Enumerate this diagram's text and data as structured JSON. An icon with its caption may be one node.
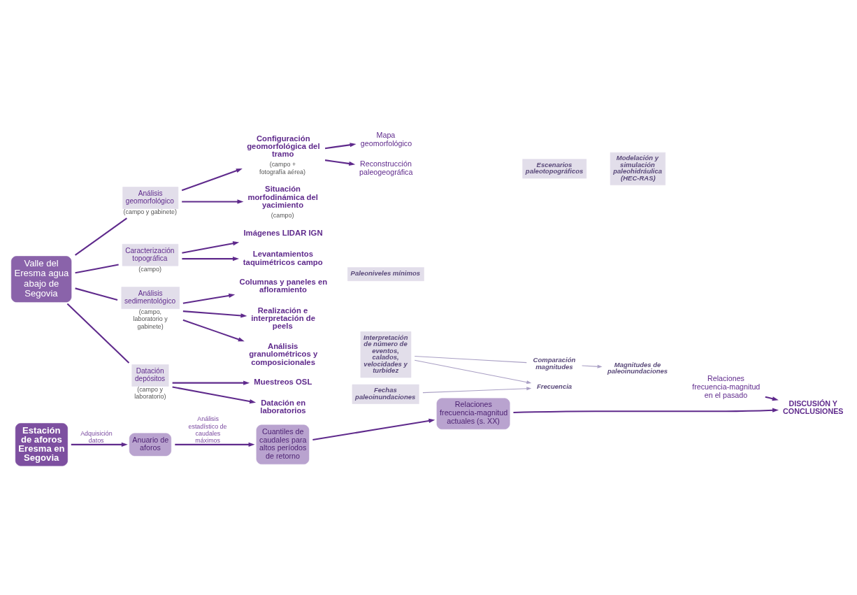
{
  "diagram": {
    "nodes": [
      {
        "text": [
          "Valle del Eresma agua abajo de Segovia"
        ]
      },
      {
        "text": [
          "Análisis geomorfológico"
        ],
        "beside": [
          "(campo y gabinete)"
        ]
      },
      {
        "text": [
          "Configuración geomorfológica del tramo"
        ],
        "beside": [
          "(campo + fotografía aérea)"
        ]
      },
      {
        "text": [
          "Situación morfodinámica del yacimiento"
        ],
        "beside": [
          "(campo)"
        ]
      },
      {
        "text": [
          "Mapa geomorfológico"
        ]
      },
      {
        "text": [
          "Reconstrucción paleogeográfica"
        ]
      },
      {
        "text": [
          "Caracterización topográfica"
        ],
        "beside": [
          "(campo)"
        ]
      },
      {
        "text": [
          "Imágenes LIDAR IGN"
        ]
      },
      {
        "text": [
          "Levantamientos taquimétricos campo"
        ]
      },
      {
        "text": [
          "Análisis sedimentológico"
        ],
        "beside": [
          "(campo, laboratorio y gabinete)"
        ]
      },
      {
        "text": [
          "Columnas y paneles en afloramiento"
        ]
      },
      {
        "text": [
          "Realización e interpretación de peels"
        ]
      },
      {
        "text": [
          "Análisis granulométricos y composicionales"
        ]
      },
      {
        "text": [
          "Datación depósitos"
        ],
        "beside": [
          "(campo y laboratorio)"
        ]
      },
      {
        "text": [
          "Muestreos OSL"
        ]
      },
      {
        "text": [
          "Datación en laboratorios"
        ]
      },
      {
        "text": [
          "Paleoniveles mínimos"
        ]
      },
      {
        "text": [
          "Interpretación de número de eventos, calados, velocidades y turbidez"
        ]
      },
      {
        "text": [
          "Fechas paleoinundaciones"
        ]
      },
      {
        "text": [
          "Escenarios paleotopográficos"
        ]
      },
      {
        "text": [
          "Modelación y simulación paleohidráulica (HEC-RAS)"
        ]
      },
      {
        "text": [
          "Comparación magnitudes"
        ]
      },
      {
        "text": [
          "Magnitudes de paleoinundaciones"
        ]
      },
      {
        "text": [
          "Frecuencia"
        ]
      },
      {
        "text": [
          "Relaciones frecuencia-magnitud en el pasado"
        ]
      },
      {
        "text": [
          "DISCUSIÓN Y CONCLUSIONES"
        ]
      },
      {
        "text": [
          "Estación de aforos Eresma en Segovia"
        ]
      },
      {
        "text": [
          "Anuario de aforos"
        ]
      },
      {
        "text": [
          "Cuantiles de caudales para altos períodos de retorno"
        ]
      },
      {
        "text": [
          "Relaciones frecuencia-magnitud actuales (s. XX)"
        ]
      }
    ],
    "edges": [
      {
        "from": 0,
        "to": 1,
        "arrow": "none"
      },
      {
        "from": 1,
        "to": 2,
        "arrow": "to"
      },
      {
        "from": 1,
        "to": 3,
        "arrow": "to"
      },
      {
        "from": 2,
        "to": 4,
        "arrow": "to"
      },
      {
        "from": 2,
        "to": 5,
        "arrow": "to"
      },
      {
        "from": 0,
        "to": 6,
        "arrow": "none"
      },
      {
        "from": 6,
        "to": 7,
        "arrow": "to"
      },
      {
        "from": 6,
        "to": 8,
        "arrow": "to"
      },
      {
        "from": 0,
        "to": 9,
        "arrow": "none"
      },
      {
        "from": 9,
        "to": 10,
        "arrow": "to"
      },
      {
        "from": 9,
        "to": 11,
        "arrow": "to"
      },
      {
        "from": 9,
        "to": 12,
        "arrow": "to"
      },
      {
        "from": 0,
        "to": 13,
        "arrow": "none"
      },
      {
        "from": 13,
        "to": 14,
        "arrow": "to"
      },
      {
        "from": 13,
        "to": 15,
        "arrow": "to"
      },
      {
        "from": 17,
        "to": 21,
        "arrow": "none",
        "color": "#a99fc4"
      },
      {
        "from": 21,
        "to": 22,
        "arrow": "to",
        "color": "#a99fc4"
      },
      {
        "from": 17,
        "to": 23,
        "arrow": "to",
        "color": "#a99fc4"
      },
      {
        "from": 18,
        "to": 23,
        "arrow": "to",
        "color": "#a99fc4"
      },
      {
        "from": 24,
        "to": 25,
        "arrow": "to"
      },
      {
        "from": 26,
        "to": 27,
        "arrow": "to",
        "label": "Adquisición datos"
      },
      {
        "from": 27,
        "to": 28,
        "arrow": "to",
        "label": "Análisis estadístico de caudales máximos"
      },
      {
        "from": 28,
        "to": 29,
        "arrow": "to"
      },
      {
        "from": 29,
        "to": 25,
        "arrow": "to"
      }
    ]
  }
}
